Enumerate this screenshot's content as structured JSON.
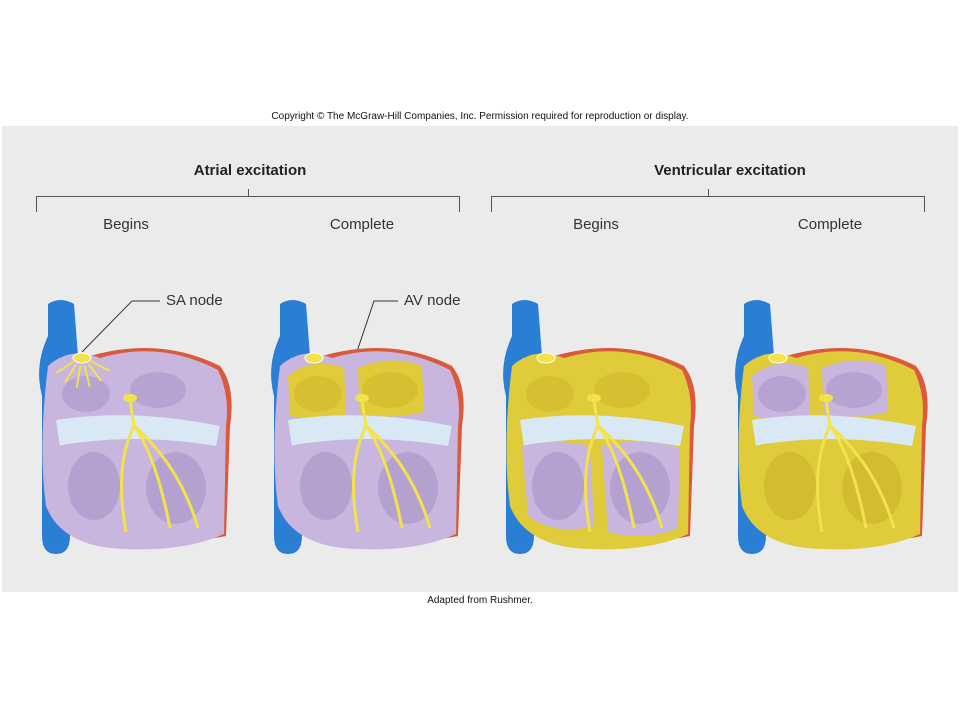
{
  "copyright": "Copyright © The McGraw-Hill Companies, Inc. Permission required for reproduction or display.",
  "groups": [
    {
      "title": "Atrial excitation",
      "stages": [
        "Begins",
        "Complete"
      ]
    },
    {
      "title": "Ventricular excitation",
      "stages": [
        "Begins",
        "Complete"
      ]
    }
  ],
  "labels": {
    "sa_node": "SA node",
    "av_node": "AV node"
  },
  "hearts": [
    {
      "stage": "Atrial excitation begins",
      "atria_excited": 0.3,
      "ventricles_excited": 0.0
    },
    {
      "stage": "Atrial excitation complete",
      "atria_excited": 1.0,
      "ventricles_excited": 0.0
    },
    {
      "stage": "Ventricular excitation begins",
      "atria_excited": 1.0,
      "ventricles_excited": 0.3
    },
    {
      "stage": "Ventricular excitation complete",
      "atria_excited": 0.0,
      "ventricles_excited": 1.0
    }
  ],
  "colors": {
    "vessel": "#2a7fd4",
    "tissue": "#c8b6de",
    "tissue_dark": "#a893c6",
    "excited": "#e0cc3a",
    "conduction": "#f3e24a",
    "epicardium": "#d95a3c",
    "valve": "#d8e8f4"
  },
  "credit": "Adapted from Rushmer."
}
